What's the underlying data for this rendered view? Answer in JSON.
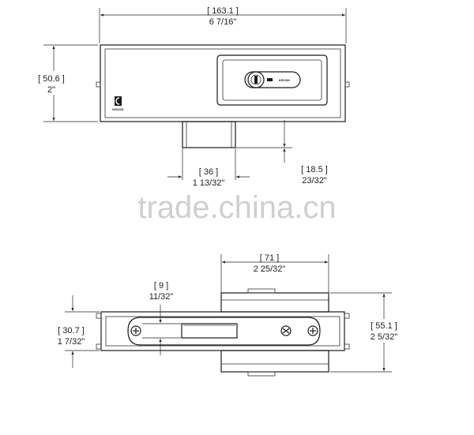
{
  "dimensions": {
    "top_width_mm": "[ 163.1 ]",
    "top_width_in": "6 7/16\"",
    "top_height_mm": "[ 50.6 ]",
    "top_height_in": "2\"",
    "spindle_width_mm": "[ 36 ]",
    "spindle_width_in": "1 13/32\"",
    "spindle_drop_mm": "[ 18.5 ]",
    "spindle_drop_in": "23/32\"",
    "side_body_mm": "[ 71 ]",
    "side_body_in": "2 25/32\"",
    "slot_mm": "[ 9 ]",
    "slot_in": "11/32\"",
    "front_height_mm": "[ 30.7 ]",
    "front_height_in": "1 7/32\"",
    "body_height_mm": "[ 55.1 ]",
    "body_height_in": "2 5/32\""
  },
  "watermark": "trade.china.cn",
  "brand_mark": "KROSK",
  "key_label": "KROSK"
}
